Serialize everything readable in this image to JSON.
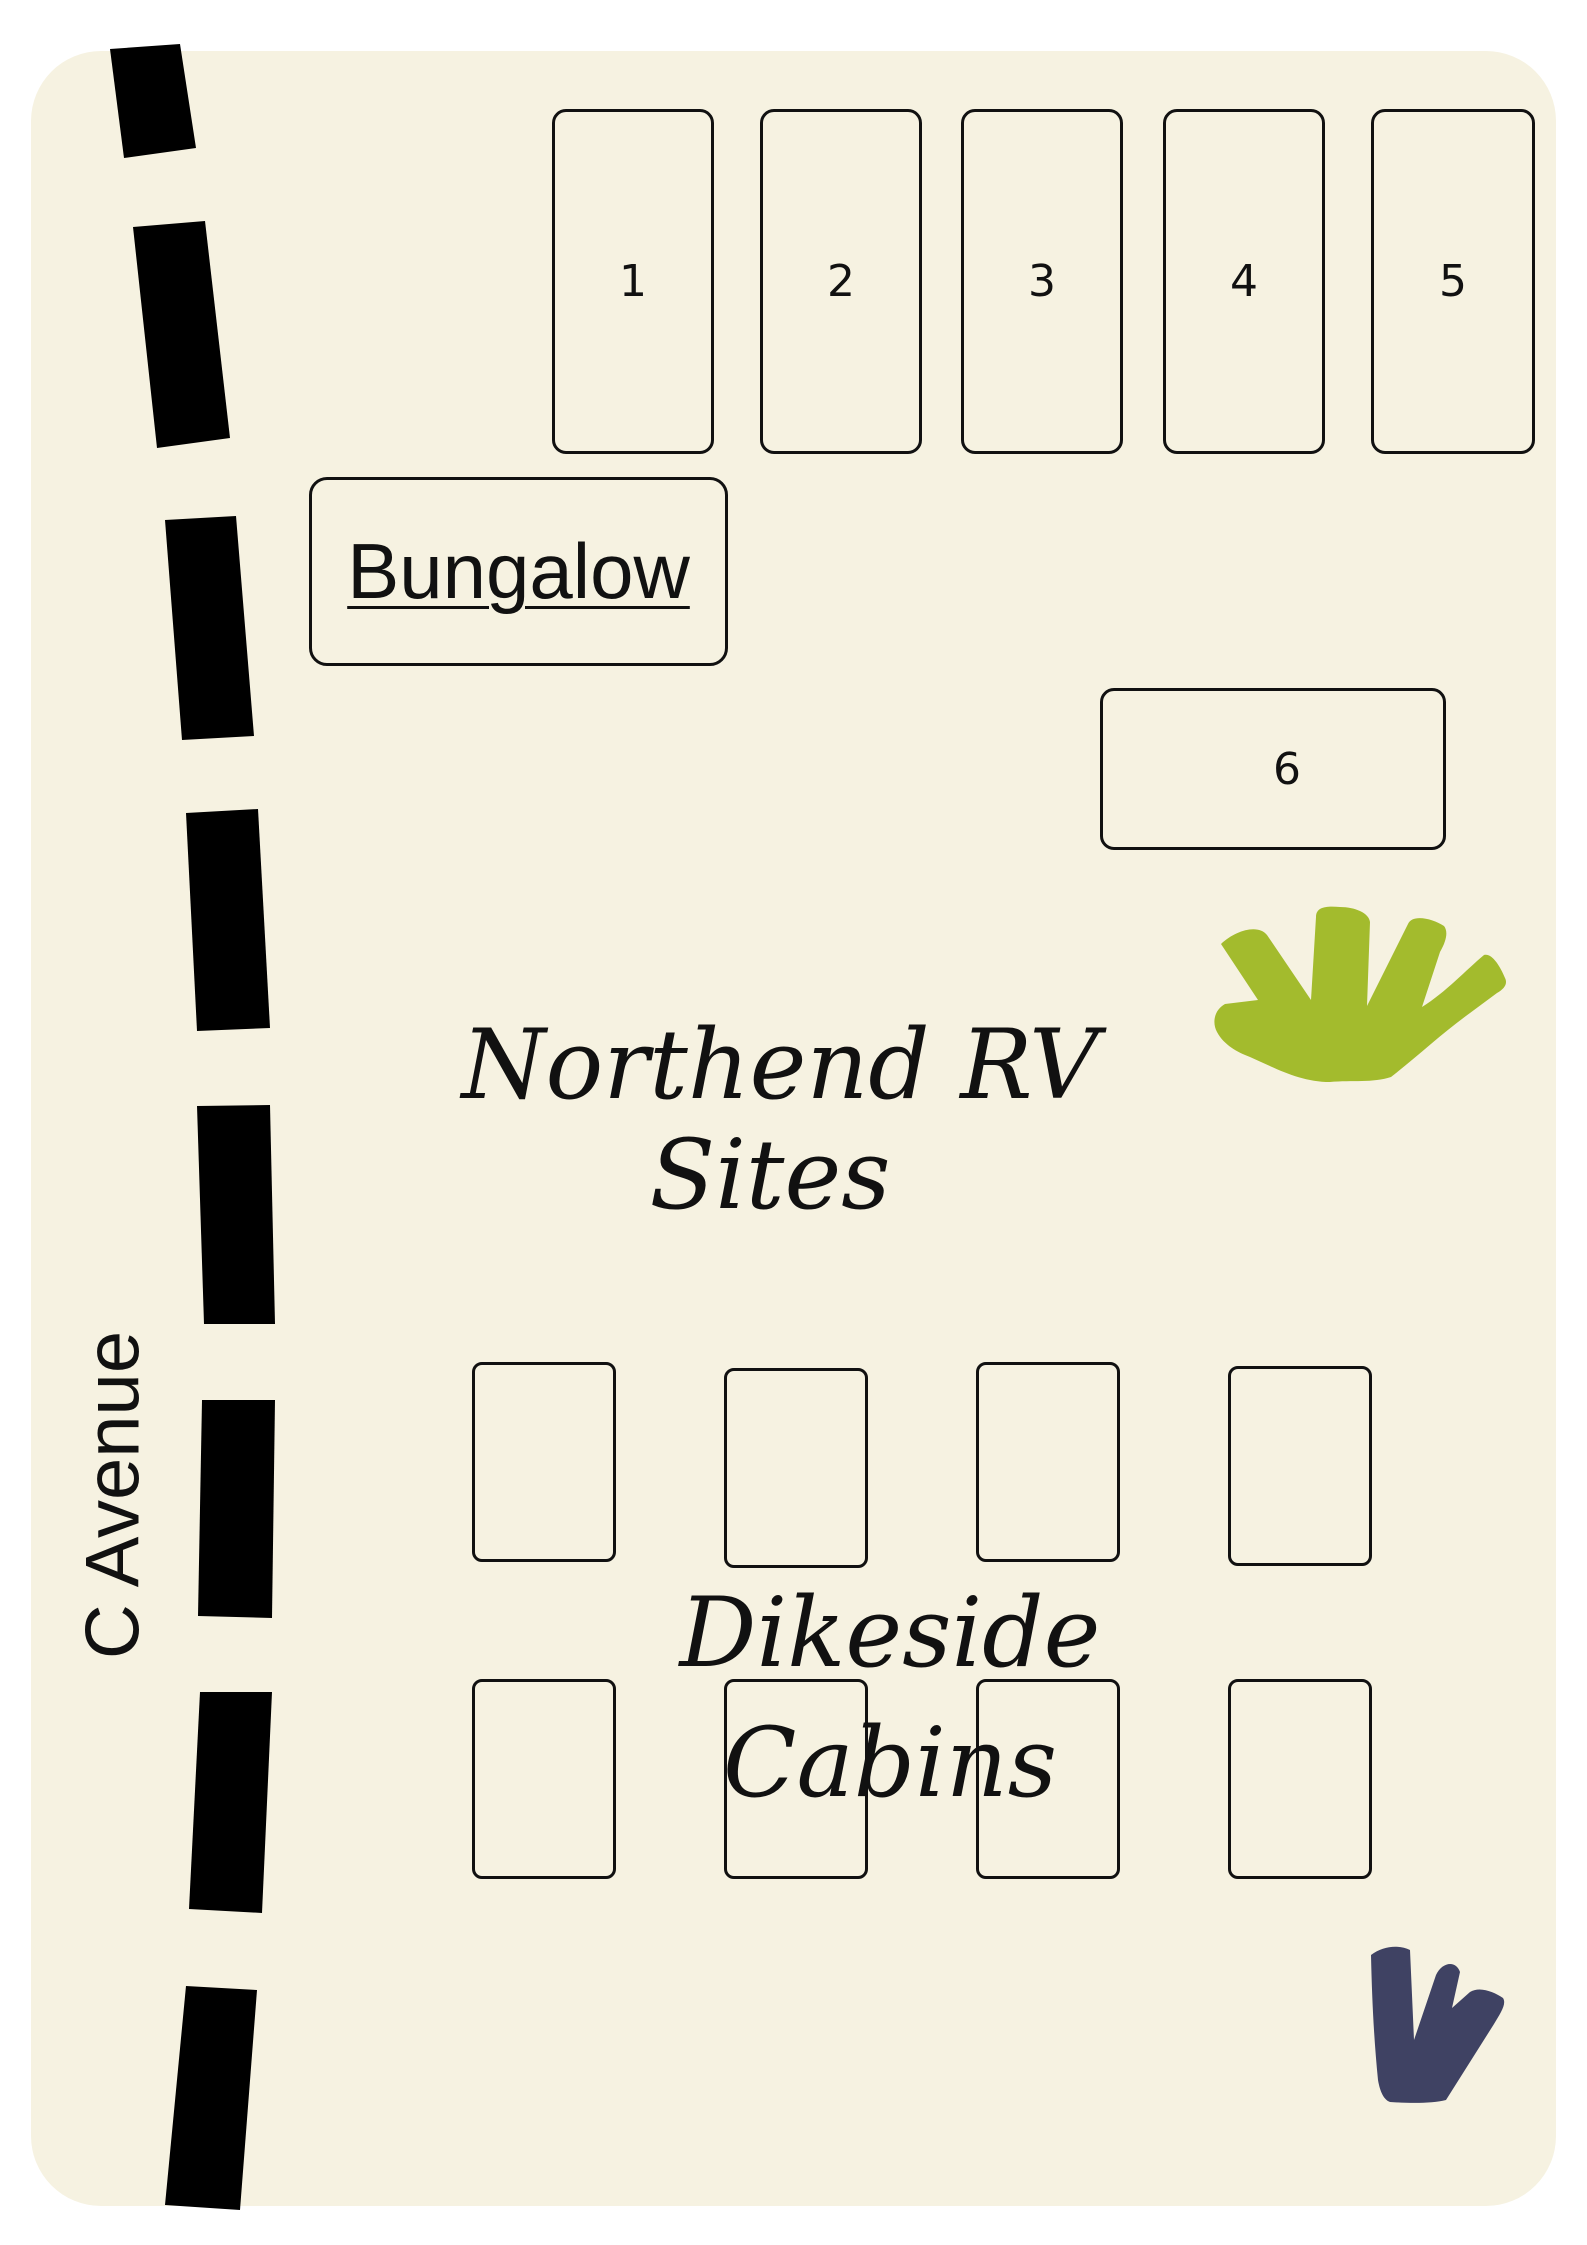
{
  "street": {
    "label": "C Avenue"
  },
  "rv_area": {
    "title_line1": "Northend RV",
    "title_line2": "Sites"
  },
  "rv_sites": [
    {
      "label": "1"
    },
    {
      "label": "2"
    },
    {
      "label": "3"
    },
    {
      "label": "4"
    },
    {
      "label": "5"
    },
    {
      "label": "6"
    }
  ],
  "bungalow": {
    "label": "Bungalow"
  },
  "cabins": {
    "title": "Dikeside Cabins",
    "count": 8
  },
  "colors": {
    "background": "#f6f2e1",
    "road": "#000000",
    "plant_green": "#a3bb2d",
    "plant_navy": "#3f4263"
  },
  "icons": [
    "green-plant-icon",
    "navy-plant-icon"
  ]
}
